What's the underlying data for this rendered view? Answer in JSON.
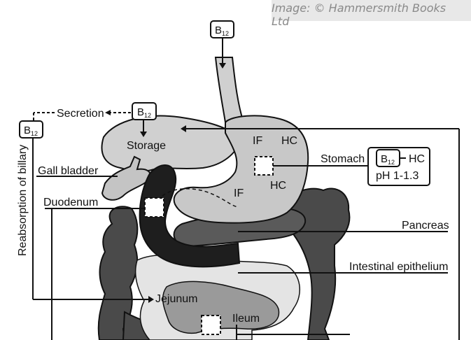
{
  "credit": "Image: © Hammersmith Books Ltd",
  "colors": {
    "light_organ": "#d0d0d0",
    "stomach": "#c8c8c8",
    "duodenum": "#1e1e1e",
    "pancreas": "#5a5a5a",
    "colon": "#4a4a4a",
    "small_intestine": "#bdbdbd",
    "outline": "#111111"
  },
  "labels": {
    "b12_main": "B",
    "b12_sub": "12",
    "secretion": "Secretion",
    "storage": "Storage",
    "reabsorption": "Reabsorption of billary",
    "gall_bladder": "Gall bladder",
    "duodenum": "Duodenum",
    "stomach": "Stomach",
    "if": "IF",
    "hc": "HC",
    "ph": "pH 1-1.3",
    "pancreas": "Pancreas",
    "intestinal_epithelium": "Intestinal epithelium",
    "jejunum": "Jejunum",
    "ileum": "Ileum"
  }
}
